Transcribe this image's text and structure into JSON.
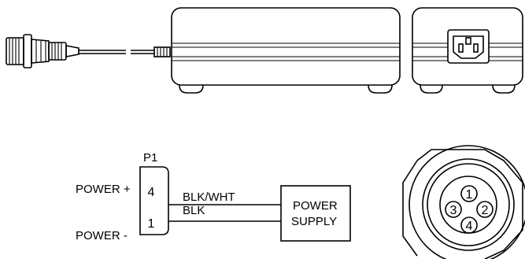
{
  "connector_label": "P1",
  "pins": [
    {
      "signal": "POWER +",
      "number": "4",
      "wire": "BLK/WHT"
    },
    {
      "signal": "POWER -",
      "number": "1",
      "wire": "BLK"
    }
  ],
  "power_supply": {
    "line1": "POWER",
    "line2": "SUPPLY"
  },
  "face_pins": [
    "1",
    "2",
    "3",
    "4"
  ]
}
